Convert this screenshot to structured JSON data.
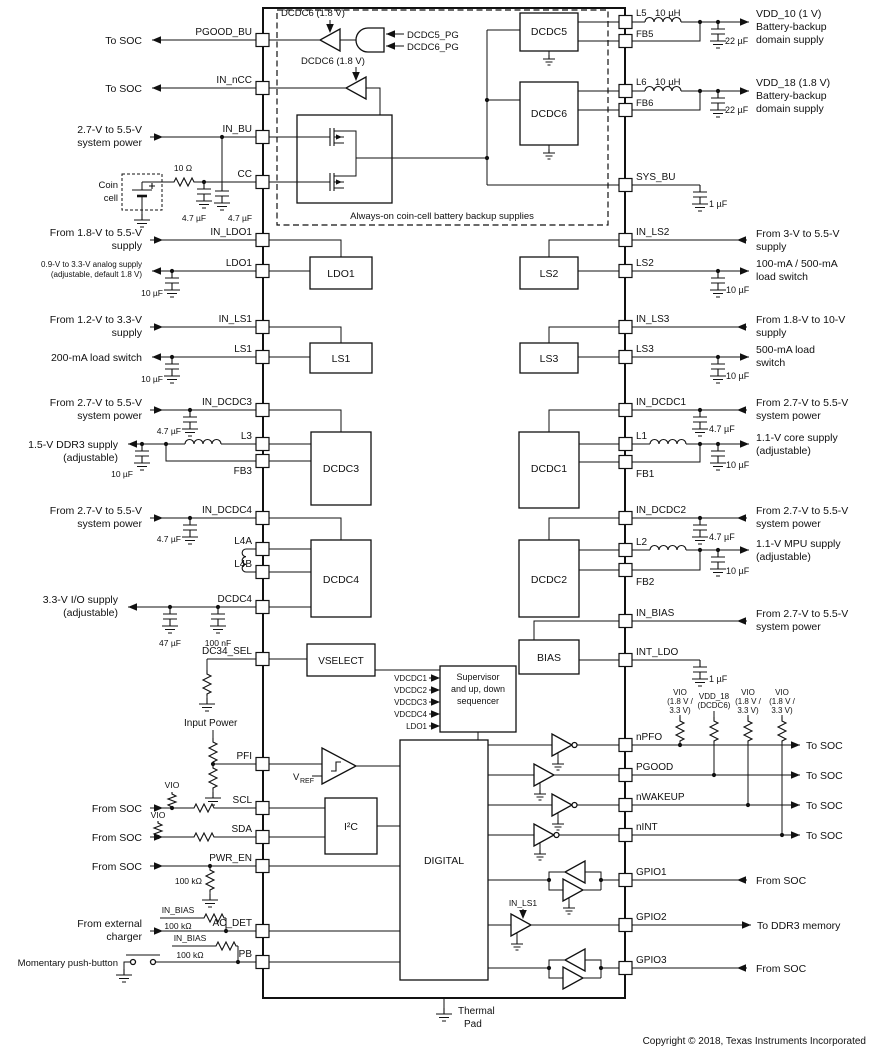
{
  "misc": {
    "copyright": "Copyright © 2018, Texas Instruments Incorporated",
    "thermal_1": "Thermal",
    "thermal_2": "Pad",
    "input_power": "Input Power",
    "vref_v": "V",
    "vref_sub": "REF"
  },
  "always_on": {
    "caption": "Always-on coin-cell battery backup supplies",
    "supply_top": "DCDC6 (1.8 V)",
    "supply_ncc": "DCDC6 (1.8 V)",
    "pg1": "DCDC5_PG",
    "pg2": "DCDC6_PG"
  },
  "blocks": {
    "dcdc5": "DCDC5",
    "dcdc6": "DCDC6",
    "ldo1": "LDO1",
    "ls1": "LS1",
    "dcdc3": "DCDC3",
    "dcdc4": "DCDC4",
    "vselect": "VSELECT",
    "ls2": "LS2",
    "ls3": "LS3",
    "dcdc1": "DCDC1",
    "dcdc2": "DCDC2",
    "bias": "BIAS",
    "i2c": "I²C",
    "digital": "DIGITAL",
    "sup1": "Supervisor",
    "sup2": "and up, down",
    "sup3": "sequencer",
    "sup_in": [
      "VDCDC1",
      "VDCDC2",
      "VDCDC3",
      "VDCDC4",
      "LDO1"
    ]
  },
  "left": {
    "pgood_bu": {
      "pin": "PGOOD_BU",
      "label": "To SOC"
    },
    "in_ncc": {
      "pin": "IN_nCC",
      "label": "To SOC"
    },
    "in_bu": {
      "pin": "IN_BU",
      "l1": "2.7-V to 5.5-V",
      "l2": "system power",
      "c": "4.7 µF"
    },
    "cc": {
      "pin": "CC",
      "l1": "Coin",
      "l2": "cell",
      "r": "10 Ω",
      "c": "4.7 µF"
    },
    "in_ldo1": {
      "pin": "IN_LDO1",
      "l1": "From 1.8-V to 5.5-V",
      "l2": "supply"
    },
    "ldo1": {
      "pin": "LDO1",
      "l1": "0.9-V to 3.3-V analog supply",
      "l2": "(adjustable, default 1.8 V)",
      "c": "10 µF"
    },
    "in_ls1": {
      "pin": "IN_LS1",
      "l1": "From 1.2-V to 3.3-V",
      "l2": "supply"
    },
    "ls1": {
      "pin": "LS1",
      "l1": "200-mA load switch",
      "c": "10 µF"
    },
    "in_dcdc3": {
      "pin": "IN_DCDC3",
      "l1": "From 2.7-V to 5.5-V",
      "l2": "system power",
      "c": "4.7 µF"
    },
    "l3": {
      "pin": "L3",
      "l1": "1.5-V DDR3 supply",
      "l2": "(adjustable)",
      "c": "10 µF"
    },
    "fb3": {
      "pin": "FB3"
    },
    "in_dcdc4": {
      "pin": "IN_DCDC4",
      "l1": "From 2.7-V to 5.5-V",
      "l2": "system power",
      "c": "4.7 µF"
    },
    "l4a": {
      "pin": "L4A"
    },
    "l4b": {
      "pin": "L4B"
    },
    "dcdc4": {
      "pin": "DCDC4",
      "l1": "3.3-V I/O supply",
      "l2": "(adjustable)",
      "c1": "47 µF",
      "c2": "100 nF"
    },
    "dc34_sel": {
      "pin": "DC34_SEL"
    },
    "pfi": {
      "pin": "PFI"
    },
    "scl": {
      "pin": "SCL",
      "label": "From SOC",
      "pull": "VIO"
    },
    "sda": {
      "pin": "SDA",
      "label": "From SOC",
      "pull": "VIO"
    },
    "pwr_en": {
      "pin": "PWR_EN",
      "label": "From SOC",
      "r": "100 kΩ"
    },
    "ac_det": {
      "pin": "AC_DET",
      "l1": "From external",
      "l2": "charger",
      "pull": "IN_BIAS",
      "r": "100 kΩ"
    },
    "pb": {
      "pin": "PB",
      "label": "Momentary push-button",
      "pull": "IN_BIAS",
      "r": "100 kΩ"
    }
  },
  "right": {
    "l5": {
      "pin": "L5",
      "ind": "10 µH",
      "c": "22 µF",
      "l1": "VDD_10 (1 V)",
      "l2": "Battery-backup",
      "l3": "domain supply"
    },
    "fb5": {
      "pin": "FB5"
    },
    "l6": {
      "pin": "L6",
      "ind": "10 µH",
      "c": "22 µF",
      "l1": "VDD_18 (1.8 V)",
      "l2": "Battery-backup",
      "l3": "domain supply"
    },
    "fb6": {
      "pin": "FB6"
    },
    "sys_bu": {
      "pin": "SYS_BU",
      "c": "1 µF"
    },
    "in_ls2": {
      "pin": "IN_LS2",
      "l1": "From 3-V to 5.5-V",
      "l2": "supply"
    },
    "ls2": {
      "pin": "LS2",
      "l1": "100-mA / 500-mA",
      "l2": "load switch",
      "c": "10 µF"
    },
    "in_ls3": {
      "pin": "IN_LS3",
      "l1": "From 1.8-V to 10-V",
      "l2": "supply"
    },
    "ls3": {
      "pin": "LS3",
      "l1": "500-mA load",
      "l2": "switch",
      "c": "10 µF"
    },
    "in_dcdc1": {
      "pin": "IN_DCDC1",
      "l1": "From 2.7-V to 5.5-V",
      "l2": "system power",
      "c": "4.7 µF"
    },
    "l1": {
      "pin": "L1",
      "l1": "1.1-V core supply",
      "l2": "(adjustable)",
      "c": "10 µF"
    },
    "fb1": {
      "pin": "FB1"
    },
    "in_dcdc2": {
      "pin": "IN_DCDC2",
      "l1": "From 2.7-V to 5.5-V",
      "l2": "system power",
      "c": "4.7 µF"
    },
    "l2": {
      "pin": "L2",
      "l1": "1.1-V MPU supply",
      "l2": "(adjustable)",
      "c": "10 µF"
    },
    "fb2": {
      "pin": "FB2"
    },
    "in_bias": {
      "pin": "IN_BIAS",
      "l1": "From 2.7-V to 5.5-V",
      "l2": "system power"
    },
    "int_ldo": {
      "pin": "INT_LDO",
      "c": "1 µF"
    },
    "npfo": {
      "pin": "nPFO",
      "label": "To SOC"
    },
    "pgood": {
      "pin": "PGOOD",
      "label": "To SOC"
    },
    "nwakeup": {
      "pin": "nWAKEUP",
      "label": "To SOC"
    },
    "nint": {
      "pin": "nINT",
      "label": "To SOC"
    },
    "gpio1": {
      "pin": "GPIO1",
      "label": "From SOC"
    },
    "gpio2": {
      "pin": "GPIO2",
      "label": "To DDR3 memory",
      "supply": "IN_LS1"
    },
    "gpio3": {
      "pin": "GPIO3",
      "label": "From SOC"
    },
    "rail1": {
      "a": "VIO",
      "b": "(1.8 V /",
      "c": "3.3 V)"
    },
    "rail2": {
      "a": "VDD_18",
      "b": "(DCDC6)",
      "c": ""
    },
    "rail3": {
      "a": "VIO",
      "b": "(1.8 V /",
      "c": "3.3 V)"
    },
    "rail4": {
      "a": "VIO",
      "b": "(1.8 V /",
      "c": "3.3 V)"
    }
  }
}
